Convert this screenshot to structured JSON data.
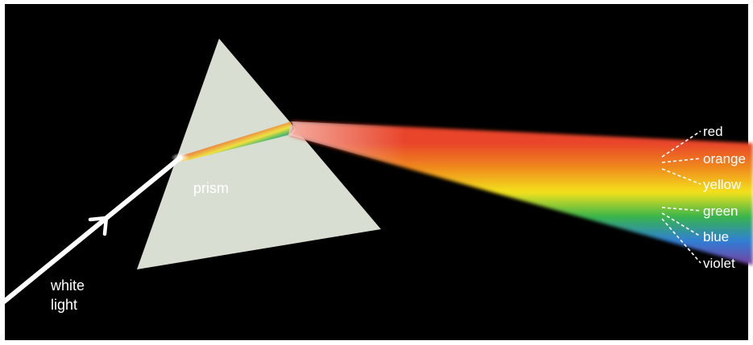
{
  "labels": {
    "prism": "prism",
    "white_light_line1": "white",
    "white_light_line2": "light"
  },
  "spectrum": [
    {
      "name": "red",
      "color": "#e8442a"
    },
    {
      "name": "orange",
      "color": "#f08a1e"
    },
    {
      "name": "yellow",
      "color": "#f4e21c"
    },
    {
      "name": "green",
      "color": "#39b54a"
    },
    {
      "name": "blue",
      "color": "#2f7fd6"
    },
    {
      "name": "violet",
      "color": "#7a3f9e"
    }
  ],
  "colors": {
    "background": "#000000",
    "border": "#ffffff",
    "prism_fill": "#d9ded3",
    "white_light": "#ffffff"
  }
}
